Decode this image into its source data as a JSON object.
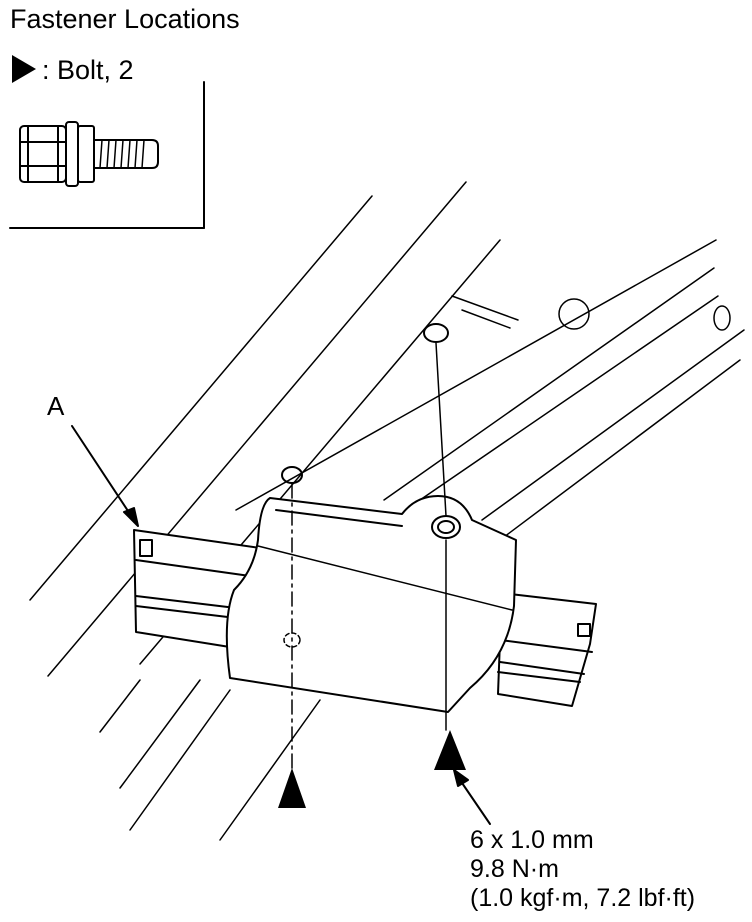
{
  "title": "Fastener Locations",
  "legend": {
    "marker_icon": "filled-triangle-marker-icon",
    "text": ": Bolt, 2"
  },
  "callout": {
    "label": "A"
  },
  "spec": {
    "size": "6 x 1.0 mm",
    "torque_nm": "9.8 N·m",
    "torque_alt": "(1.0 kgf·m, 7.2 lbf·ft)"
  }
}
